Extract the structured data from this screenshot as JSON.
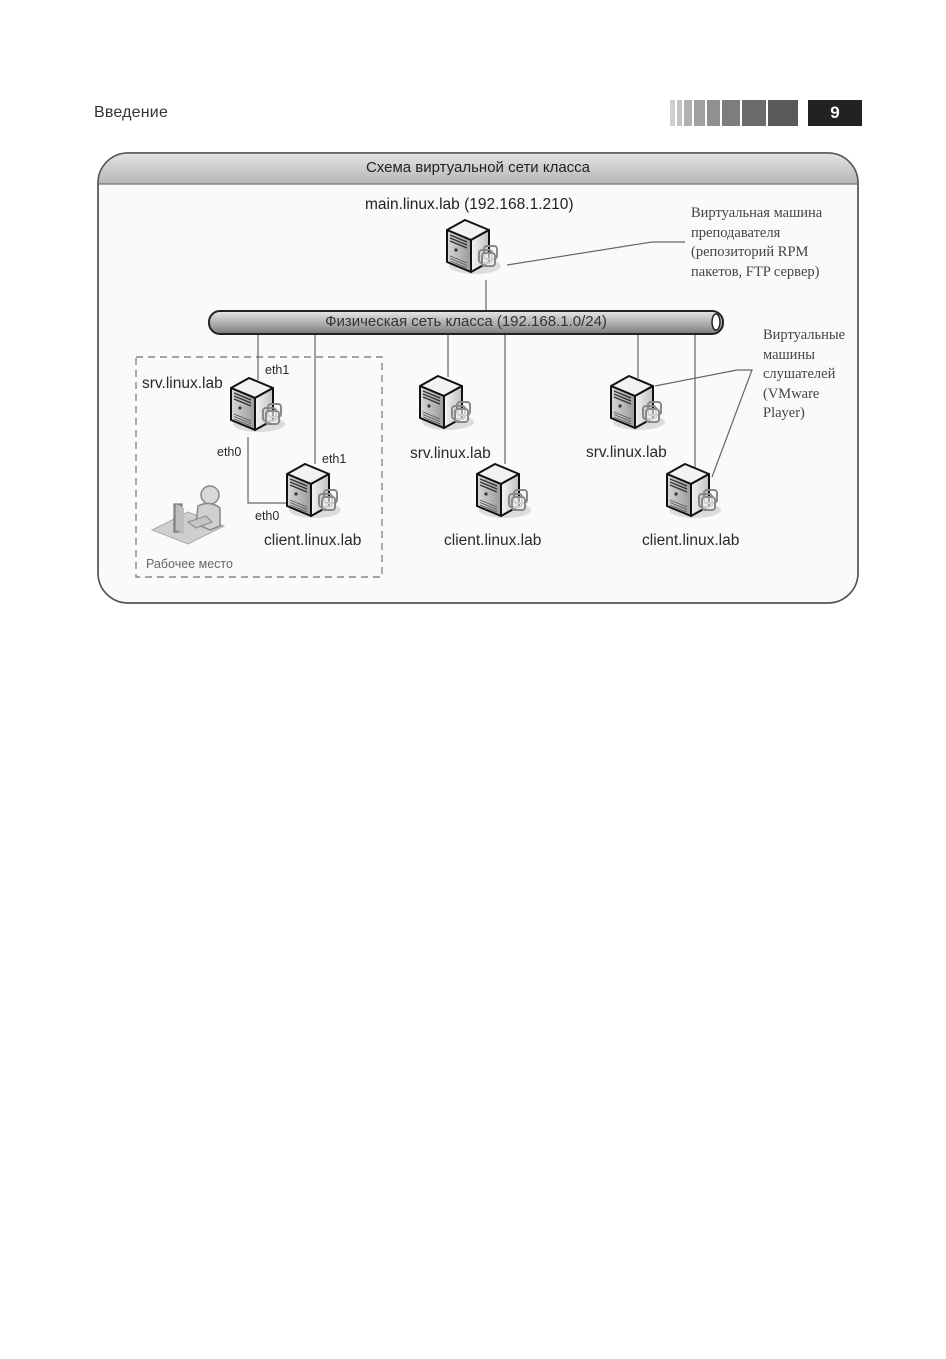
{
  "page": {
    "section_title": "Введение",
    "page_number": "9"
  },
  "figure": {
    "title": "Схема виртуальной сети класса",
    "main_host": "main.linux.lab (192.168.1.210)",
    "teacher_note": [
      "Виртуальная машина",
      "преподавателя",
      "(репозиторий RPM",
      "пакетов, FTP сервер)"
    ],
    "network_label": "Физическая сеть класса (192.168.1.0/24)",
    "students_note": [
      "Виртуальные",
      "машины",
      "слушателей",
      "(VMware",
      "Player)"
    ],
    "workstation": {
      "label": "Рабочее место",
      "srv_label": "srv.linux.lab",
      "client_label": "client.linux.lab",
      "srv_eth1": "eth1",
      "srv_eth0": "eth0",
      "client_eth1": "eth1",
      "client_eth0": "eth0"
    },
    "group2": {
      "srv_label": "srv.linux.lab",
      "client_label": "client.linux.lab"
    },
    "group3": {
      "srv_label": "srv.linux.lab",
      "client_label": "client.linux.lab"
    }
  }
}
